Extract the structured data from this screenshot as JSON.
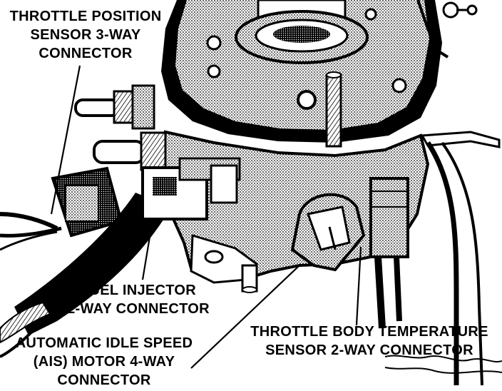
{
  "labels": {
    "throttle_position_sensor": [
      "THROTTLE POSITION",
      "SENSOR 3-WAY",
      "CONNECTOR"
    ],
    "fuel_injector": [
      "FUEL INJECTOR",
      "2-WAY CONNECTOR"
    ],
    "ais_motor": [
      "AUTOMATIC IDLE SPEED",
      "(AIS) MOTOR 4-WAY",
      "CONNECTOR"
    ],
    "throttle_body_temp_sensor": [
      "THROTTLE BODY TEMPERATURE",
      "SENSOR 2-WAY CONNECTOR"
    ]
  },
  "colors": {
    "ink": "#000000",
    "paper": "#ffffff",
    "halftone": "#8a8a8a"
  }
}
